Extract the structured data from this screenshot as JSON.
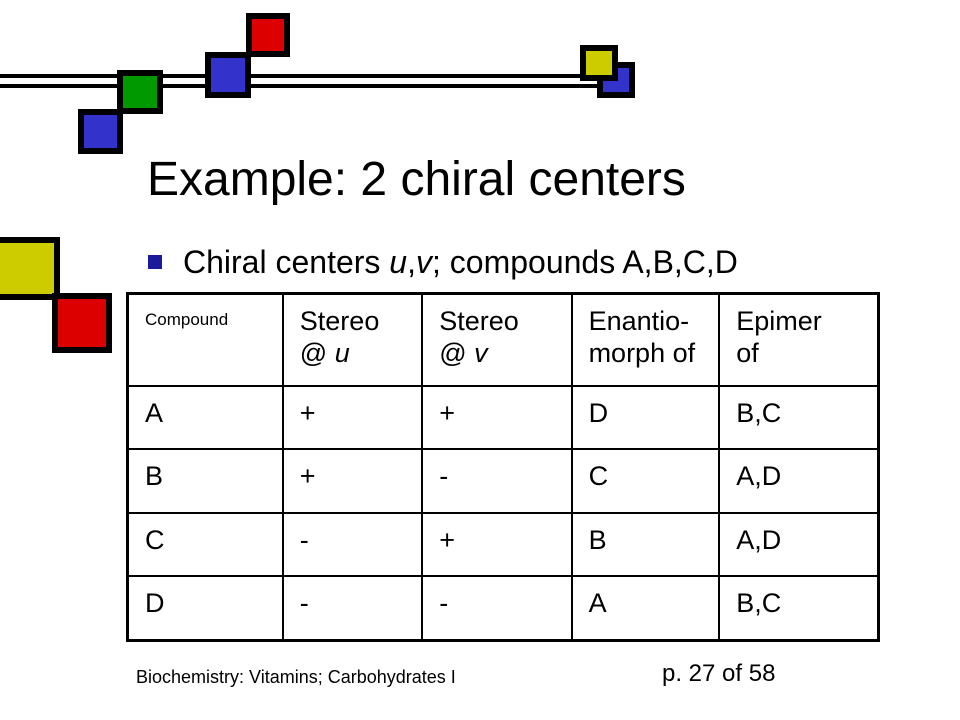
{
  "colors": {
    "yellow": "#cccc00",
    "red": "#dd0000",
    "blue": "#3333cc",
    "green": "#009900",
    "bullet": "#1a1a9a"
  },
  "slide": {
    "title": "Example: 2 chiral centers",
    "bullet": {
      "prefix": "Chiral centers ",
      "var_u": "u",
      "comma": ",",
      "var_v": "v",
      "suffix": "; compounds A,B,C,D"
    },
    "table": {
      "header": {
        "compound": "Compound",
        "stereo_u_line1": "Stereo",
        "stereo_u_line2_at": "@ ",
        "stereo_u_var": "u",
        "stereo_v_line1": "Stereo",
        "stereo_v_line2_at": "@ ",
        "stereo_v_var": "v",
        "enantio_line1": "Enantio-",
        "enantio_line2": "morph of",
        "epimer_line1": "Epimer",
        "epimer_line2": "of"
      },
      "rows": [
        {
          "compound": "A",
          "u": "+",
          "v": "+",
          "enantiomorph": "D",
          "epimer": "B,C"
        },
        {
          "compound": "B",
          "u": "+",
          "v": "-",
          "enantiomorph": "C",
          "epimer": "A,D"
        },
        {
          "compound": "C",
          "u": "-",
          "v": "+",
          "enantiomorph": "B",
          "epimer": "A,D"
        },
        {
          "compound": "D",
          "u": "-",
          "v": "-",
          "enantiomorph": "A",
          "epimer": "B,C"
        }
      ]
    },
    "footer": {
      "left": "Biochemistry: Vitamins; Carbohydrates I",
      "right": "p. 27 of 58"
    }
  }
}
